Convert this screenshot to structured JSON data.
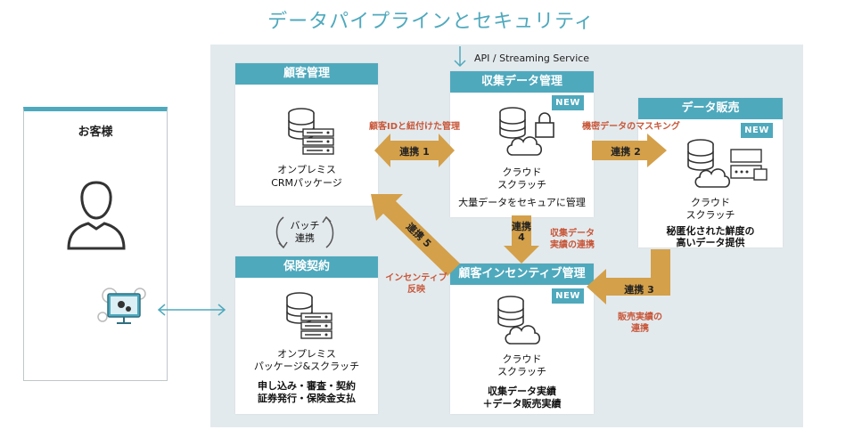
{
  "title": "データパイプラインとセキュリティ",
  "api_label": "API / Streaming Service",
  "customer": {
    "title": "お客様"
  },
  "crm": {
    "header": "顧客管理",
    "line1": "オンプレミス",
    "line2": "CRMパッケージ"
  },
  "collect": {
    "header": "収集データ管理",
    "badge": "NEW",
    "line1": "クラウド",
    "line2": "スクラッチ",
    "desc": "大量データをセキュアに管理"
  },
  "sales": {
    "header": "データ販売",
    "badge": "NEW",
    "line1": "クラウド",
    "line2": "スクラッチ",
    "desc1": "秘匿化された鮮度の",
    "desc2": "高いデータ提供"
  },
  "insurance": {
    "header": "保険契約",
    "line1": "オンプレミス",
    "line2": "パッケージ&スクラッチ",
    "desc1": "申し込み・審査・契約",
    "desc2": "証券発行・保険金支払"
  },
  "incentive": {
    "header": "顧客インセンティブ管理",
    "badge": "NEW",
    "line1": "クラウド",
    "line2": "スクラッチ",
    "desc1": "収集データ実績",
    "desc2": "＋データ販売実績"
  },
  "batch": {
    "line1": "バッチ",
    "line2": "連携"
  },
  "links": {
    "l1": {
      "label": "連携 1",
      "note": "顧客IDと紐付けた管理"
    },
    "l2": {
      "label": "連携 2",
      "note": "機密データのマスキング"
    },
    "l3": {
      "label": "連携 3",
      "note1": "販売実績の",
      "note2": "連携"
    },
    "l4": {
      "label1": "連携",
      "label2": "4",
      "note1": "収集データ",
      "note2": "実績の連携"
    },
    "l5": {
      "label": "連携 5",
      "note1": "インセンティブ",
      "note2": "反映"
    }
  },
  "colors": {
    "accent": "#4fa9bd",
    "arrow": "#d4a04a",
    "note": "#c8573a",
    "panel": "#e3eaed"
  }
}
